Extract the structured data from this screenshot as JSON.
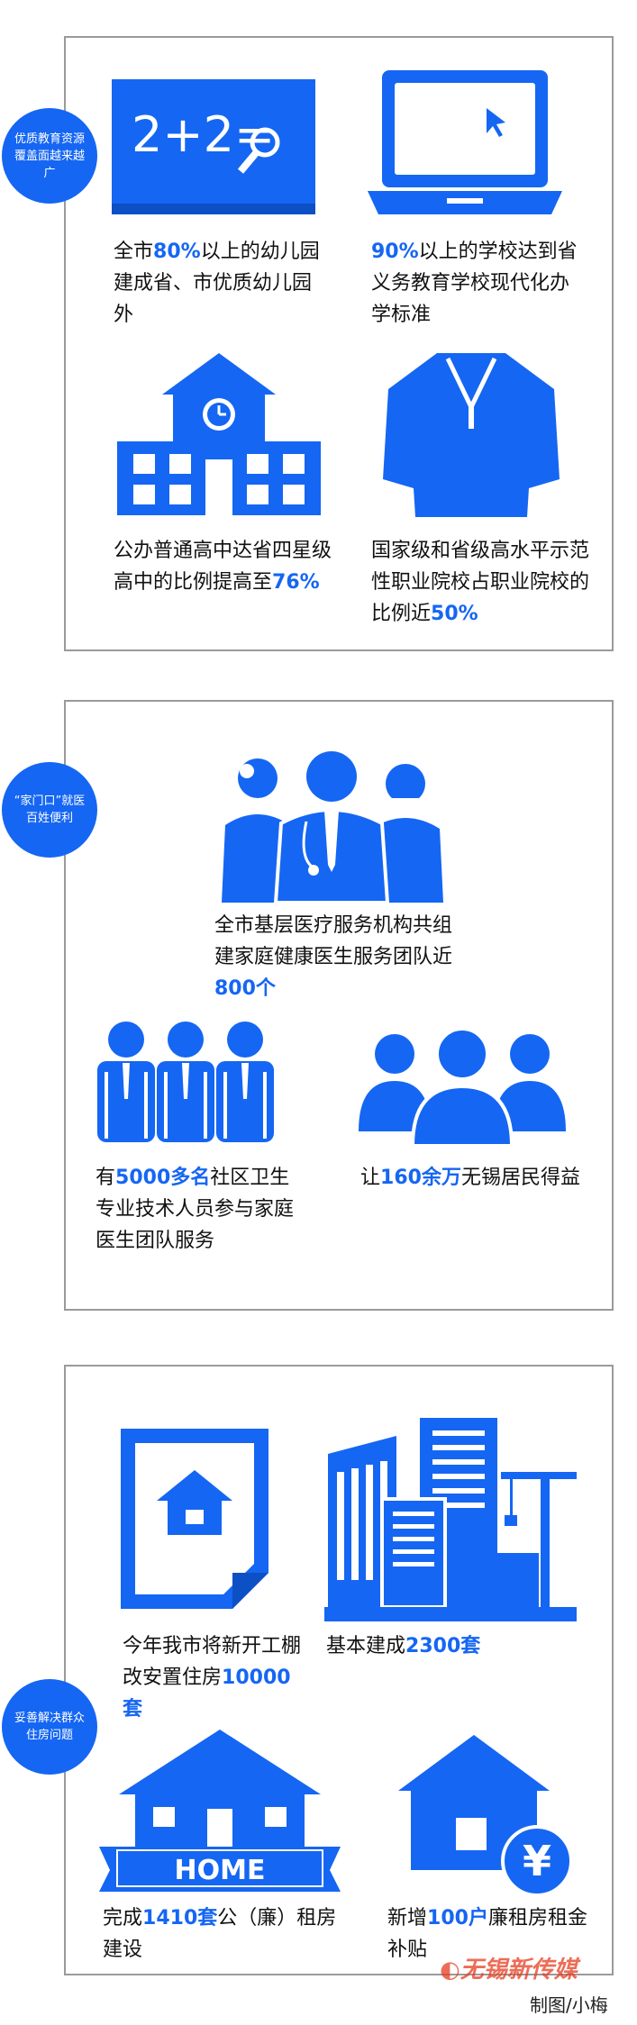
{
  "sections": [
    {
      "badge": "优质教育资源覆盖面越来越广",
      "items": [
        {
          "icon": "blackboard-icon",
          "board_text": "2+2=",
          "pre": "全市",
          "hl": "80%",
          "post": "以上的幼儿园建成省、市优质幼儿园外"
        },
        {
          "icon": "laptop-icon",
          "pre": "",
          "hl": "90%",
          "post": "以上的学校达到省义务教育学校现代化办学标准"
        },
        {
          "icon": "school-building-icon",
          "pre": "公办普通高中达省四星级高中的比例提高至",
          "hl": "76%",
          "post": ""
        },
        {
          "icon": "graduation-gown-icon",
          "pre": "国家级和省级高水平示范性职业院校占职业院校的比例近",
          "hl": "50%",
          "post": ""
        }
      ]
    },
    {
      "badge": "“家门口”就医百姓便利",
      "items": [
        {
          "icon": "doctors-team-icon",
          "pre": "全市基层医疗服务机构共组建家庭健康医生服务团队近",
          "hl": "800个",
          "post": ""
        },
        {
          "icon": "medical-staff-group-icon",
          "pre": "有",
          "hl": "5000多名",
          "post": "社区卫生专业技术人员参与家庭医生团队服务"
        },
        {
          "icon": "residents-group-icon",
          "pre": "让",
          "hl": "160余万",
          "post": "无锡居民得益"
        }
      ]
    },
    {
      "badge": "妥善解决群众住房问题",
      "items": [
        {
          "icon": "housing-document-icon",
          "pre": "今年我市将新开工棚改安置住房",
          "hl": "10000套",
          "post": ""
        },
        {
          "icon": "construction-buildings-icon",
          "pre": "基本建成",
          "hl": "2300套",
          "post": ""
        },
        {
          "icon": "home-house-icon",
          "sign_text": "HOME",
          "pre": "完成",
          "hl": "1410套",
          "post": "公（廉）租房建设"
        },
        {
          "icon": "rent-subsidy-house-icon",
          "currency": "¥",
          "pre": "新增",
          "hl": "100户",
          "post": "廉租房租金补贴"
        }
      ]
    }
  ],
  "credit": "制图/小梅",
  "logo_text": "无锡新传媒",
  "colors": {
    "accent": "#1566f3",
    "border": "#9a9a9a"
  }
}
